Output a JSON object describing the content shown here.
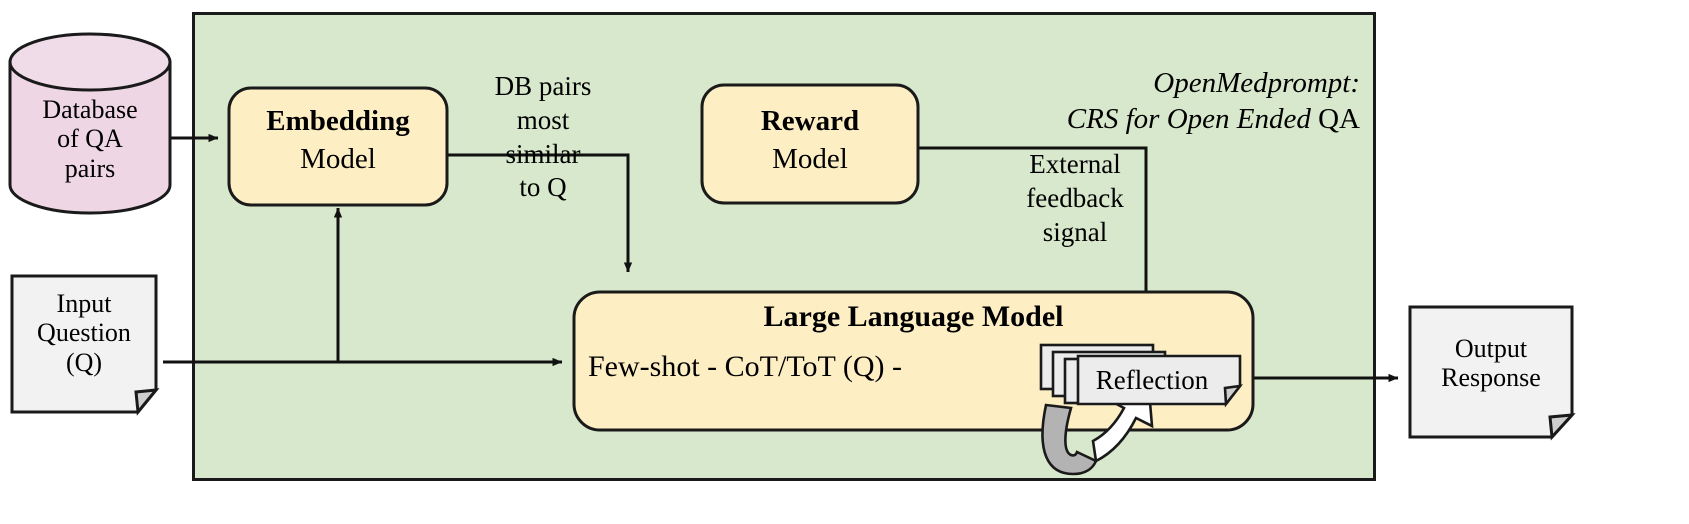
{
  "diagram": {
    "title_line1": "OpenMedprompt:",
    "title_line2_a": "CRS for Open Ended ",
    "title_line2_b": "QA",
    "container_name": "OpenMedprompt CRS pipeline"
  },
  "nodes": {
    "database": {
      "label": "Database\nof QA\npairs",
      "shape": "cylinder",
      "fill": "#eed6e4",
      "stroke": "#1a1a1a"
    },
    "input_question": {
      "label": "Input\nQuestion\n(Q)",
      "shape": "document",
      "fill": "#f2f2f2",
      "stroke": "#1a1a1a"
    },
    "embedding_model": {
      "label_bold": "Embedding",
      "label_regular": "Model",
      "shape": "rounded-rect",
      "fill": "#fdeec4",
      "stroke": "#1a1a1a"
    },
    "reward_model": {
      "label_bold": "Reward",
      "label_regular": "Model",
      "shape": "rounded-rect",
      "fill": "#fdeec4",
      "stroke": "#1a1a1a"
    },
    "llm": {
      "title": "Large Language Model",
      "subtitle": "Few-shot  -  CoT/ToT (Q)  -",
      "shape": "rounded-rect",
      "fill": "#fdeec4",
      "stroke": "#1a1a1a"
    },
    "reflection": {
      "label": "Reflection",
      "shape": "stacked-documents",
      "fill": "#ececec",
      "stroke": "#1a1a1a"
    },
    "output_response": {
      "label": "Output\nResponse",
      "shape": "document",
      "fill": "#f2f2f2",
      "stroke": "#1a1a1a"
    }
  },
  "edges": {
    "db_to_embedding": {
      "label": ""
    },
    "embedding_to_llm": {
      "label": "DB pairs\nmost\nsimilar\nto Q"
    },
    "reward_to_llm": {
      "label": "External\nfeedback\nsignal"
    },
    "question_to_embedding": {
      "label": ""
    },
    "question_to_llm": {
      "label": ""
    },
    "llm_to_output": {
      "label": ""
    },
    "reflection_loop": {
      "label": ""
    }
  },
  "colors": {
    "container_fill": "#d8e8cc",
    "container_stroke": "#1a1a1a",
    "model_fill": "#fdeec4",
    "db_fill": "#eed6e4",
    "doc_fill": "#f2f2f2",
    "card_fill": "#ececec",
    "loop_gray": "#b3b3b3",
    "page_bg": "#ffffff"
  }
}
